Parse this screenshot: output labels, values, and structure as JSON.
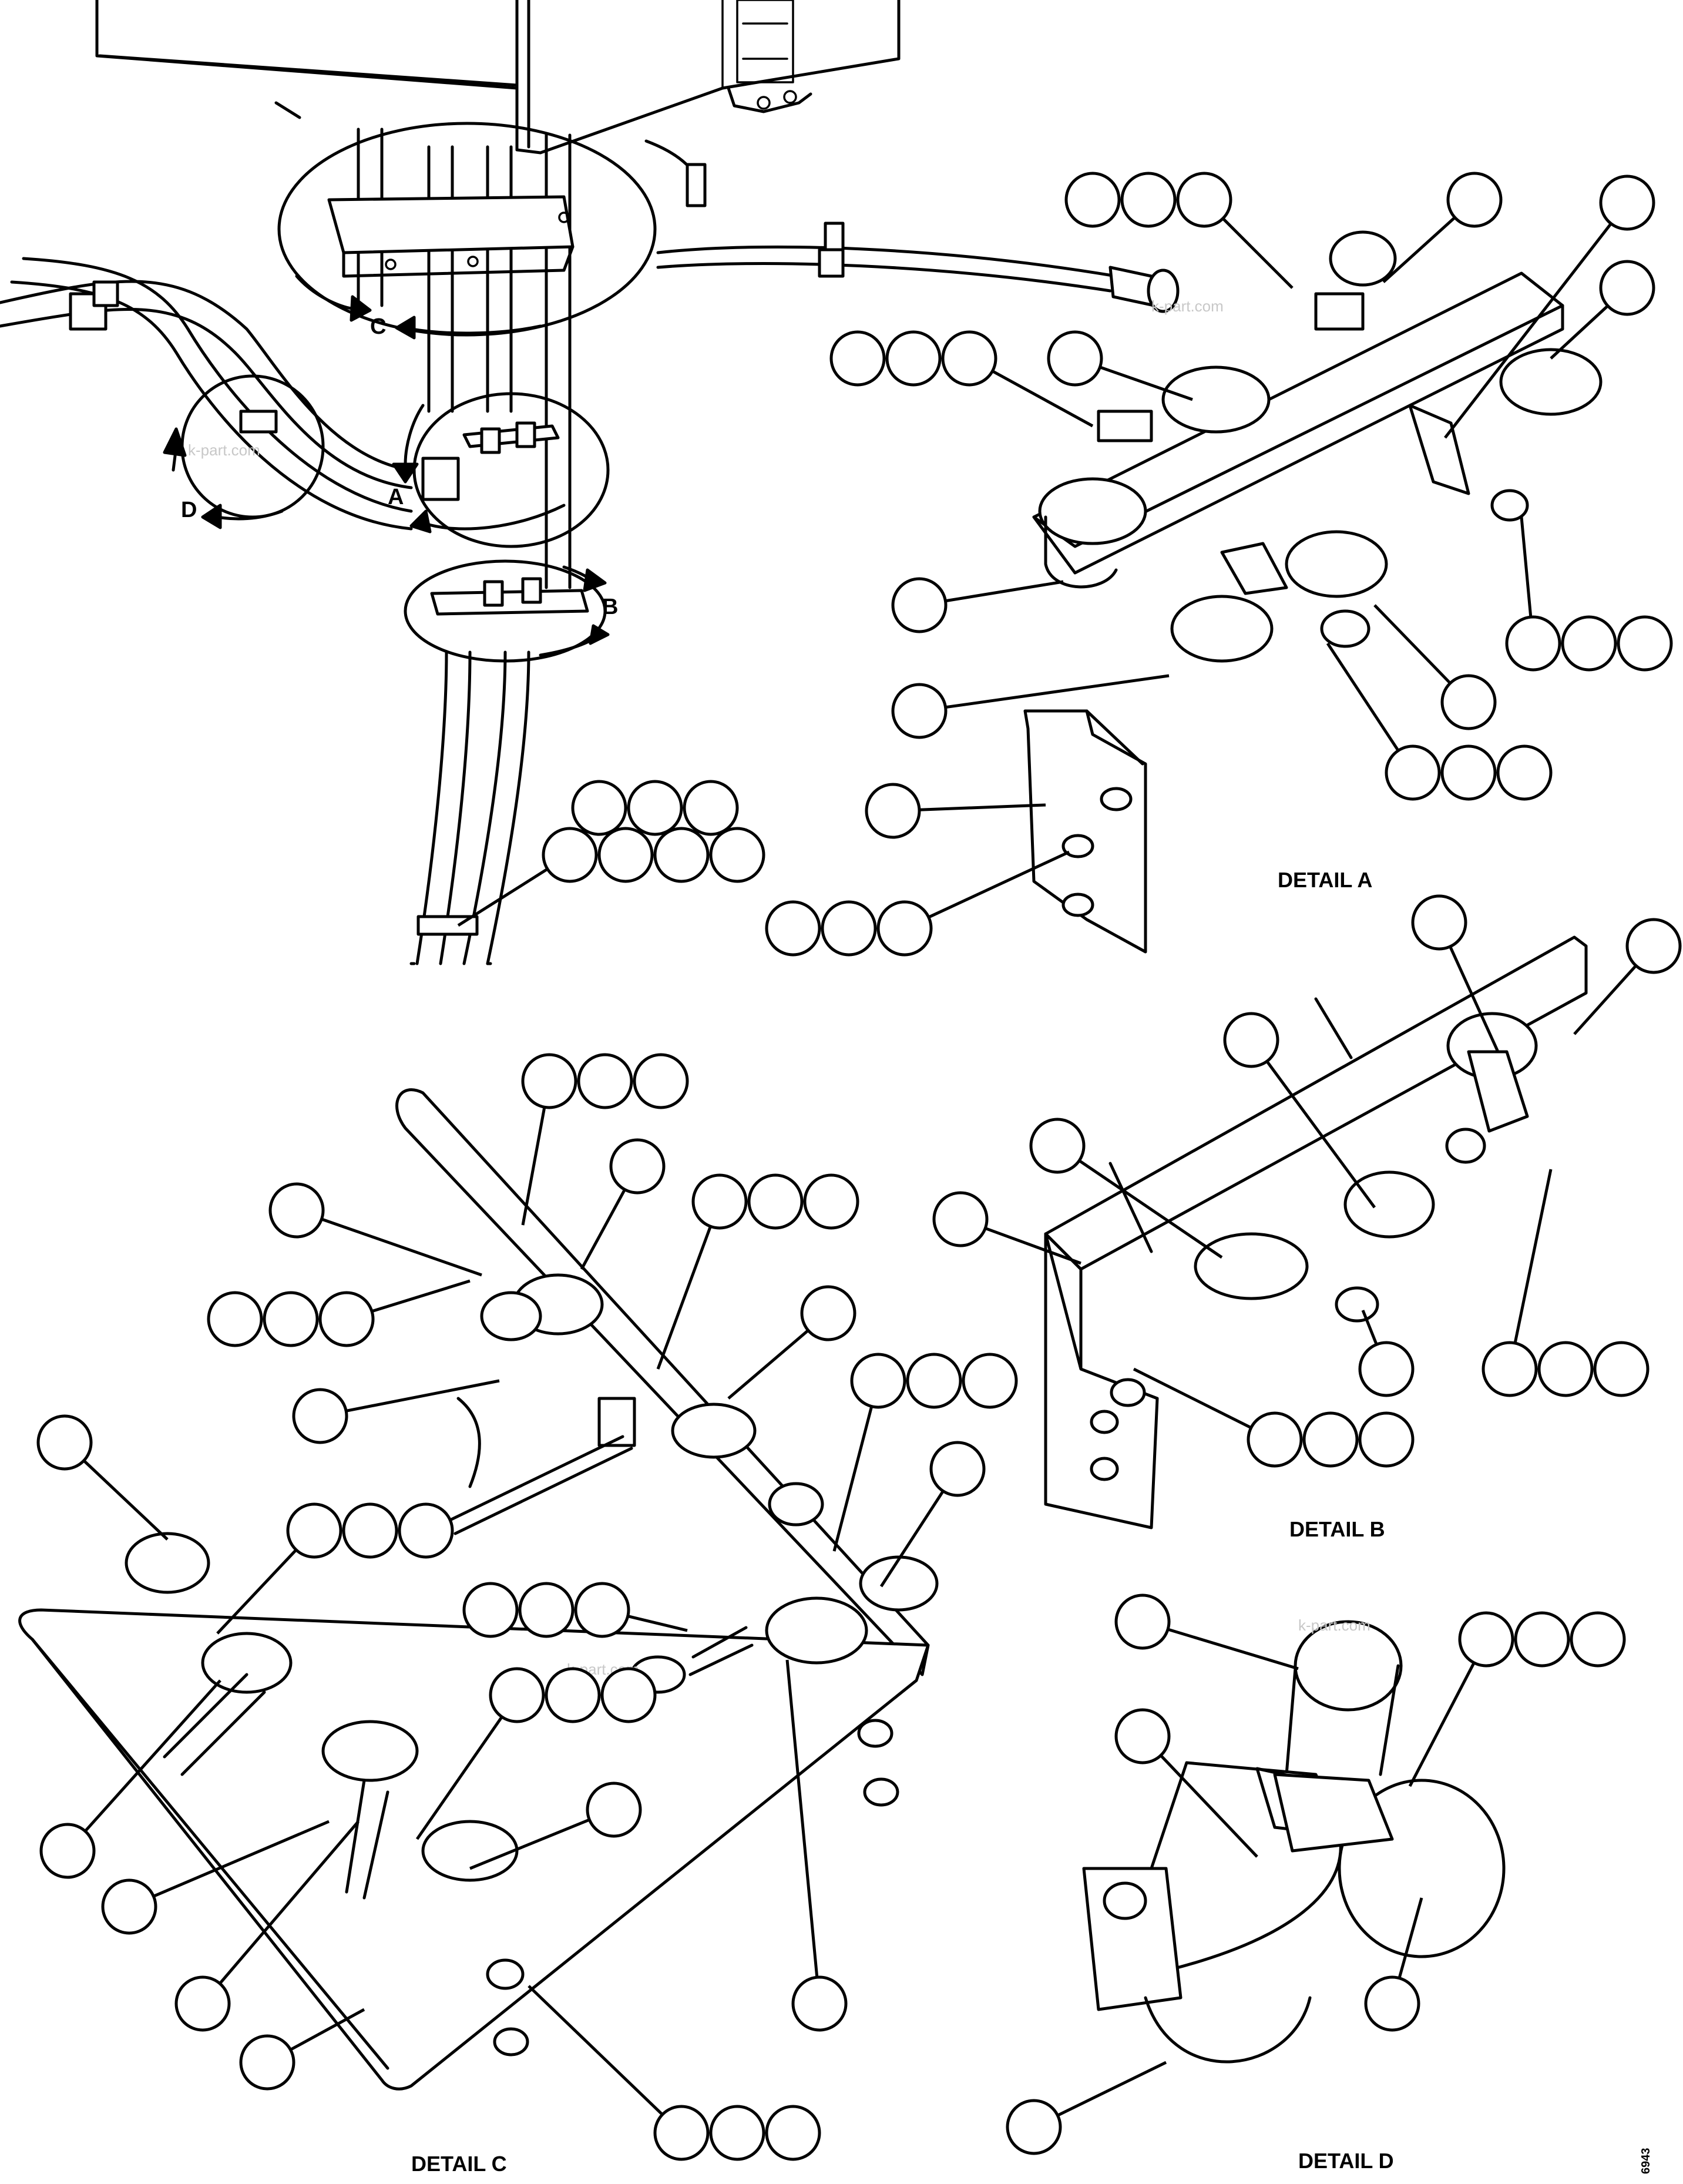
{
  "view_labels": {
    "a": "A",
    "b": "B",
    "c": "C",
    "d": "D"
  },
  "detail_titles": {
    "a": "DETAIL A",
    "b": "DETAIL B",
    "c": "DETAIL C",
    "d": "DETAIL D"
  },
  "watermark": "k-part.com",
  "figure_id": "6943",
  "callout_style": {
    "bubble_count_note": "",
    "bubble_color": "#ffffff",
    "line_color": "#000000"
  }
}
